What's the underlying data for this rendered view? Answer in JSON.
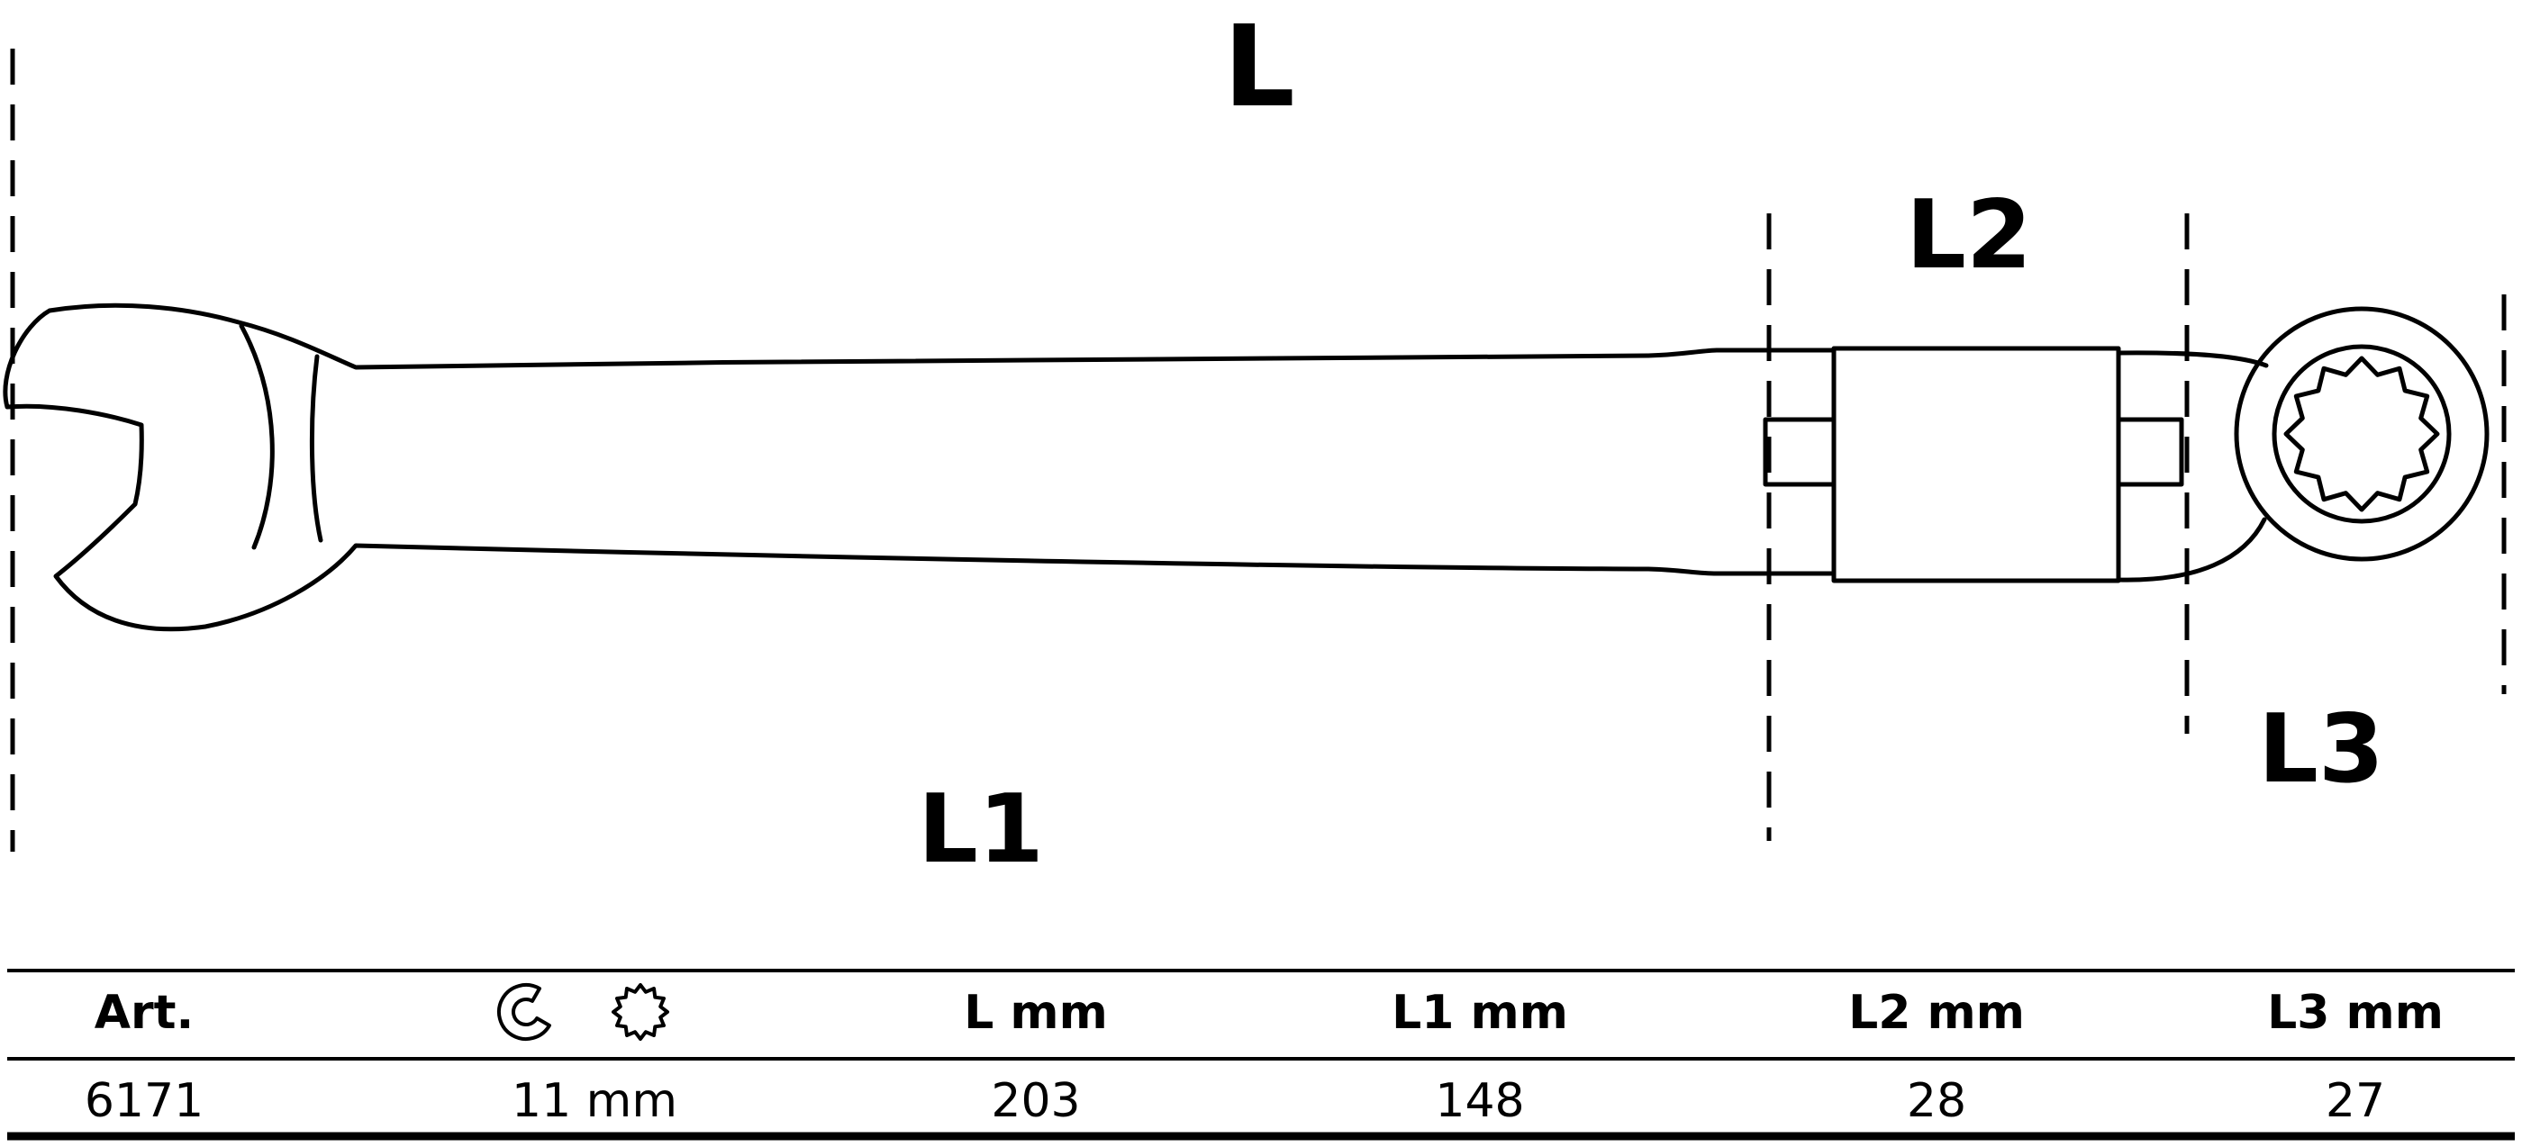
{
  "diagram": {
    "labels": {
      "l": "L",
      "l1": "L1",
      "l2": "L2",
      "l3": "L3"
    }
  },
  "table": {
    "header": {
      "art": "Art.",
      "l": "L mm",
      "l1": "L1 mm",
      "l2": "L2 mm",
      "l3": "L3 mm"
    },
    "icons": {
      "open_end": "open-end-wrench",
      "ring_12pt": "ring-12-point"
    },
    "row": {
      "art": "6171",
      "size": "11 mm",
      "l": "203",
      "l1": "148",
      "l2": "28",
      "l3": "27"
    }
  },
  "colors": {
    "ink": "#000000",
    "paper": "#ffffff"
  }
}
